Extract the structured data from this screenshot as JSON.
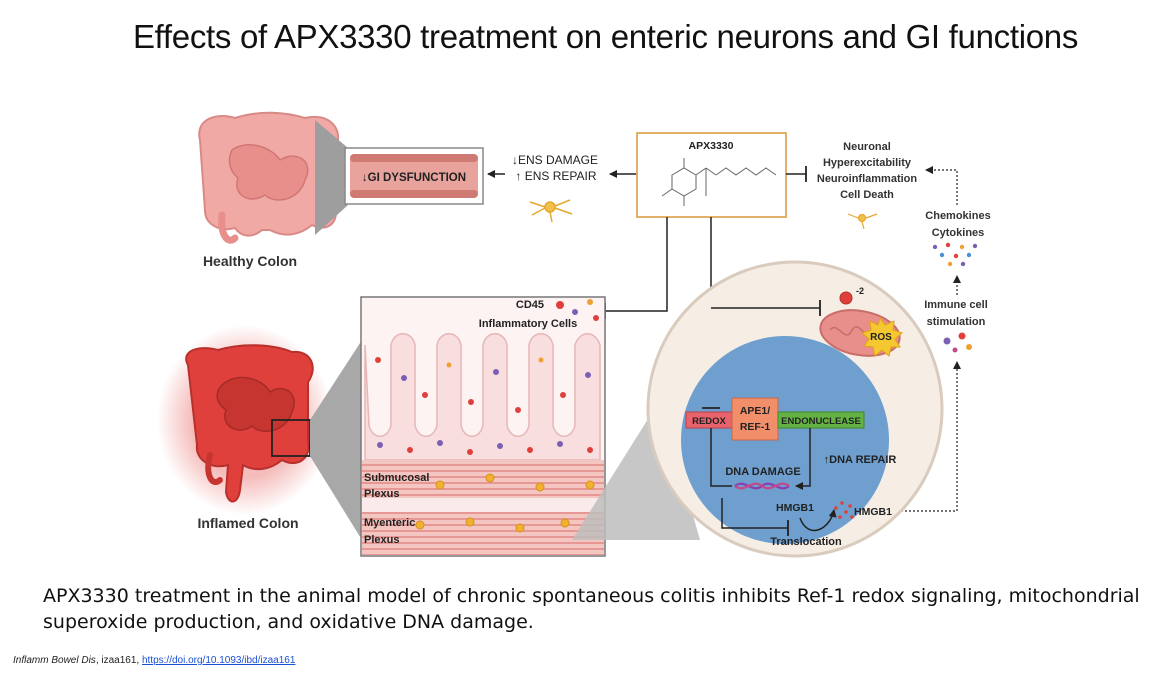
{
  "slide": {
    "title": "Effects of APX3330 treatment on enteric neurons and GI functions",
    "caption": "APX3330 treatment in the animal model of chronic spontaneous colitis inhibits Ref-1 redox signaling, mitochondrial superoxide production, and oxidative DNA damage.",
    "citation": {
      "journal": "Inflamm Bowel Dis",
      "rest": ", izaa161, ",
      "link": "https://doi.org/10.1093/ibd/izaa161"
    }
  },
  "diagram": {
    "healthy_colon": "Healthy Colon",
    "inflamed_colon": "Inflamed Colon",
    "gi_dysfunction": "↓GI DYSFUNCTION",
    "ens_damage": "↓ENS DAMAGE",
    "ens_repair": "↑ ENS REPAIR",
    "drug": "APX3330",
    "effects": [
      "Neuronal",
      "Hyperexcitability",
      "Neuroinflammation",
      "Cell Death"
    ],
    "chemokines": [
      "Chemokines",
      "Cytokines"
    ],
    "immune": [
      "Immune cell",
      "stimulation"
    ],
    "cd45": [
      "CD45",
      "Inflammatory Cells"
    ],
    "submucosal": [
      "Submucosal",
      "Plexus"
    ],
    "myenteric": [
      "Myenteric",
      "Plexus"
    ],
    "ros": "ROS",
    "superoxide": "-2",
    "redox": "REDOX",
    "ape1": [
      "APE1/",
      "REF-1"
    ],
    "endonuclease": "ENDONUCLEASE",
    "dna_damage": "DNA DAMAGE",
    "dna_repair": "↑DNA REPAIR",
    "hmgb1_in": "HMGB1",
    "hmgb1_out": "HMGB1",
    "translocation": "Translocation"
  },
  "colors": {
    "redox_box": "#e8636b",
    "ape1_box": "#f08f6a",
    "endonuclease_box": "#63b243",
    "nucleus": "#6e9fcf",
    "cell": "#f6eee4",
    "ros_burst": "#f5c731",
    "drug_border": "#e0a75a",
    "healthy_colon": "#f1a9a6",
    "inflamed_colon": "#e0403b"
  }
}
